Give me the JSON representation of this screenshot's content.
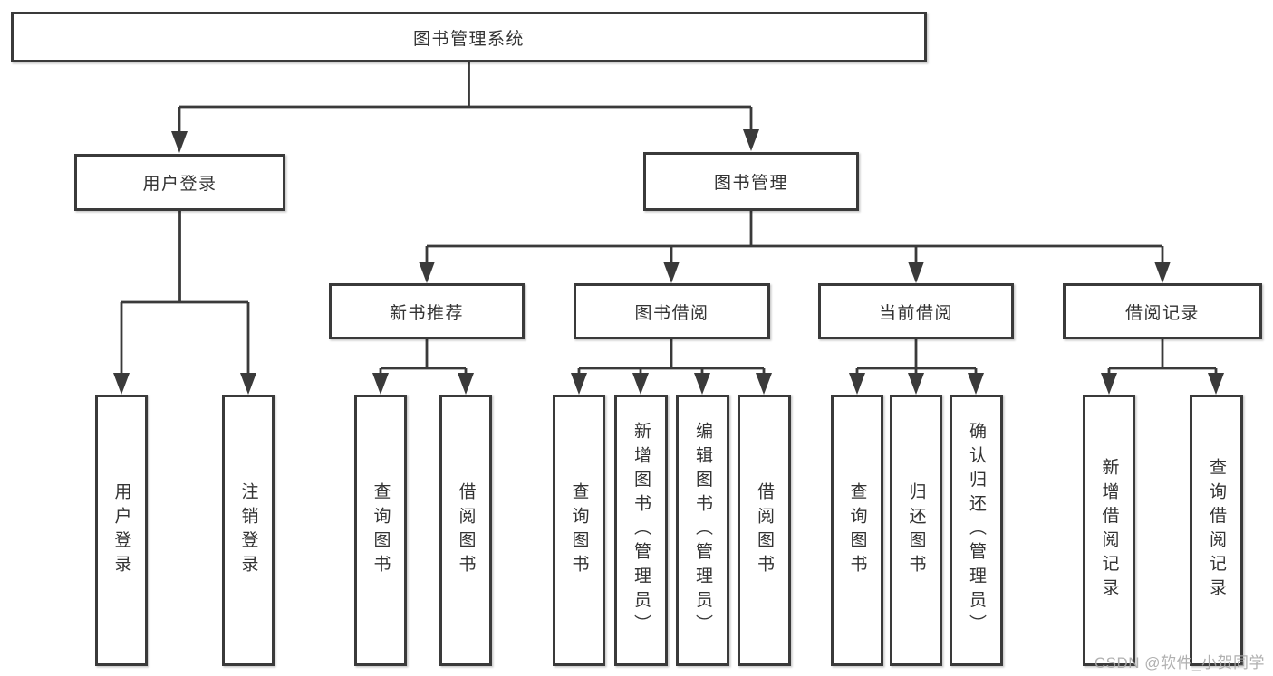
{
  "tree": {
    "root": {
      "label": "图书管理系统"
    },
    "children": [
      {
        "label": "用户登录",
        "children": [
          {
            "label": "用户登录"
          },
          {
            "label": "注销登录"
          }
        ]
      },
      {
        "label": "图书管理",
        "children": [
          {
            "label": "新书推荐",
            "children": [
              {
                "label": "查询图书"
              },
              {
                "label": "借阅图书"
              }
            ]
          },
          {
            "label": "图书借阅",
            "children": [
              {
                "label": "查询图书"
              },
              {
                "label": "新增图书（管理员）"
              },
              {
                "label": "编辑图书（管理员）"
              },
              {
                "label": "借阅图书"
              }
            ]
          },
          {
            "label": "当前借阅",
            "children": [
              {
                "label": "查询图书"
              },
              {
                "label": "归还图书"
              },
              {
                "label": "确认归还（管理员）"
              }
            ]
          },
          {
            "label": "借阅记录",
            "children": [
              {
                "label": "新增借阅记录"
              },
              {
                "label": "查询借阅记录"
              }
            ]
          }
        ]
      }
    ]
  },
  "watermark": {
    "text": "CSDN @软件_小贺同学"
  },
  "colors": {
    "line": "#3a3a3a",
    "box_border": "#3a3a3a",
    "text": "#333333",
    "background": "#ffffff",
    "watermark": "#a8a8a8"
  }
}
